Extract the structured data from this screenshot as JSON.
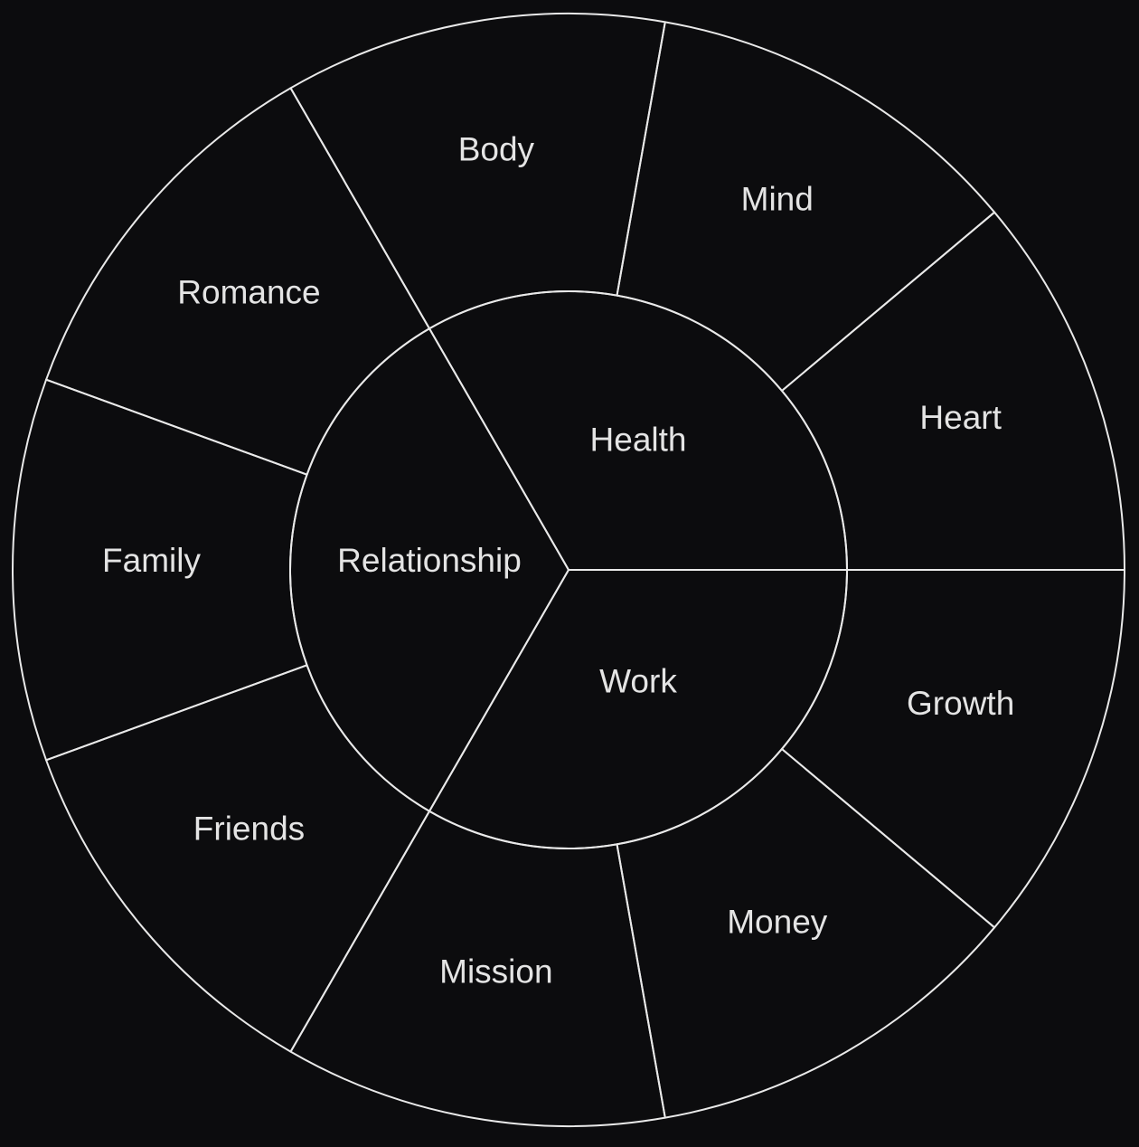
{
  "colors": {
    "background": "#0c0c0e",
    "line": "#e9e9e9",
    "label": "#e4e4e4"
  },
  "wheel": {
    "sectors": [
      {
        "label": "Health",
        "start_angle": 0,
        "end_angle": 120,
        "children": [
          {
            "label": "Heart",
            "start_angle": 0,
            "end_angle": 40
          },
          {
            "label": "Mind",
            "start_angle": 40,
            "end_angle": 80
          },
          {
            "label": "Body",
            "start_angle": 80,
            "end_angle": 120
          }
        ]
      },
      {
        "label": "Relationship",
        "start_angle": 120,
        "end_angle": 240,
        "children": [
          {
            "label": "Romance",
            "start_angle": 120,
            "end_angle": 160
          },
          {
            "label": "Family",
            "start_angle": 160,
            "end_angle": 200
          },
          {
            "label": "Friends",
            "start_angle": 200,
            "end_angle": 240
          }
        ]
      },
      {
        "label": "Work",
        "start_angle": 240,
        "end_angle": 360,
        "children": [
          {
            "label": "Mission",
            "start_angle": 240,
            "end_angle": 280
          },
          {
            "label": "Money",
            "start_angle": 280,
            "end_angle": 320
          },
          {
            "label": "Growth",
            "start_angle": 320,
            "end_angle": 360
          }
        ]
      }
    ]
  }
}
